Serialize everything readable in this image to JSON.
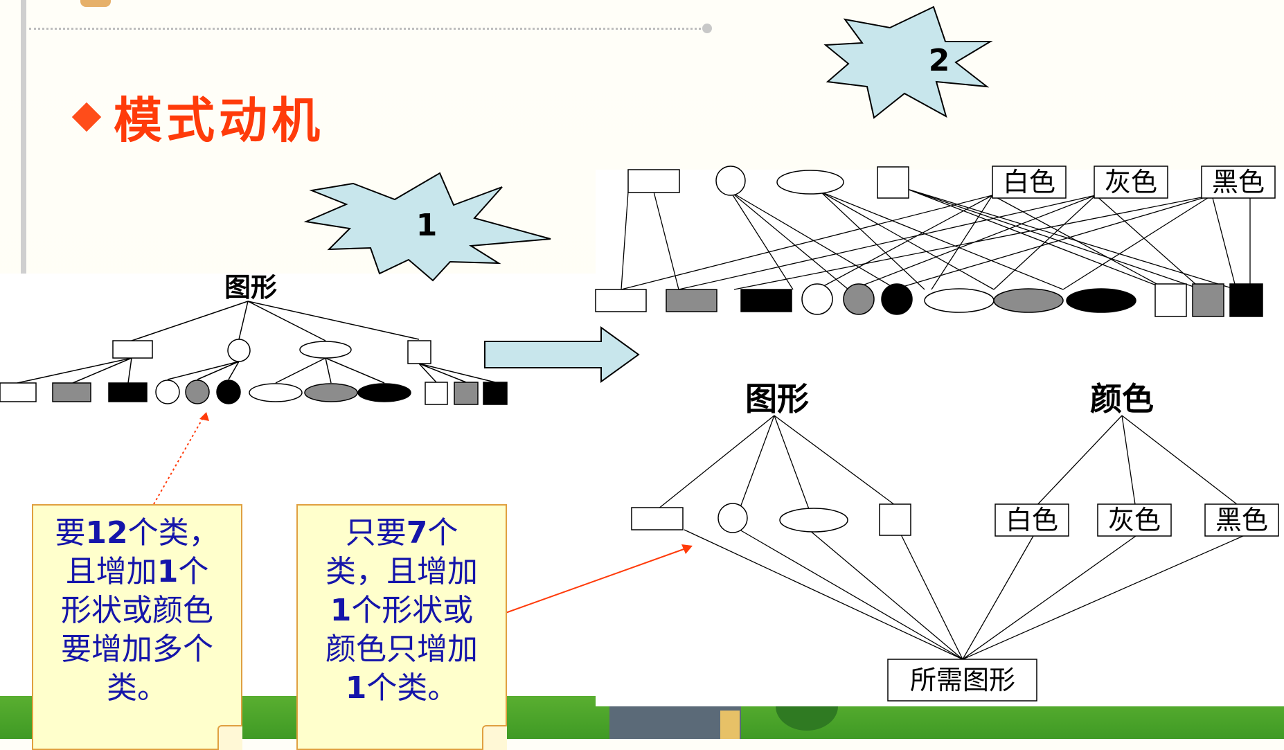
{
  "title": "模式动机",
  "bursts": {
    "first": "1",
    "second": "2"
  },
  "left_diagram": {
    "root": "图形"
  },
  "right_top": {
    "colors": [
      "白色",
      "灰色",
      "黑色"
    ]
  },
  "right_bottom": {
    "shape_root": "图形",
    "color_root": "颜色",
    "colors": [
      "白色",
      "灰色",
      "黑色"
    ],
    "result": "所需图形"
  },
  "notes": {
    "left": {
      "line1_a": "要",
      "line1_b": "12",
      "line1_c": "个类，",
      "line2_a": "且增加",
      "line2_b": "1",
      "line2_c": "个",
      "line3": "形状或颜色",
      "line4": "要增加多个",
      "line5": "类。"
    },
    "right": {
      "line1_a": "只要",
      "line1_b": "7",
      "line1_c": "个",
      "line2": "类，且增加",
      "line3_a": "1",
      "line3_b": "个形状或",
      "line4": "颜色只增加",
      "line5_a": "1",
      "line5_b": "个类。"
    }
  },
  "colors": {
    "title": "#ff3b0a",
    "note_text": "#1515aa",
    "note_bg": "#ffffcc",
    "burst_fill": "#c8e6ec",
    "arrow_fill": "#c8e6ec",
    "leader_line": "#ff3b0a"
  }
}
